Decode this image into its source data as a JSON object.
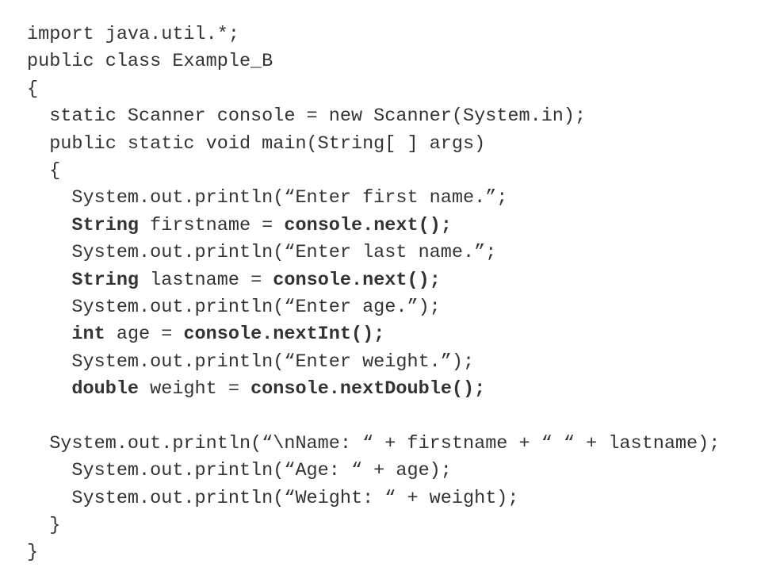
{
  "code_lines": [
    {
      "segments": [
        {
          "text": "import java.util.*;",
          "bold": false
        }
      ]
    },
    {
      "segments": [
        {
          "text": "public class Example_B",
          "bold": false
        }
      ]
    },
    {
      "segments": [
        {
          "text": "{",
          "bold": false
        }
      ]
    },
    {
      "segments": [
        {
          "text": "  static Scanner console = new Scanner(System.in);",
          "bold": false
        }
      ]
    },
    {
      "segments": [
        {
          "text": "  public static void main(String[ ] args)",
          "bold": false
        }
      ]
    },
    {
      "segments": [
        {
          "text": "  {",
          "bold": false
        }
      ]
    },
    {
      "segments": [
        {
          "text": "    System.out.println(“Enter first name.”;",
          "bold": false
        }
      ]
    },
    {
      "segments": [
        {
          "text": "    ",
          "bold": false
        },
        {
          "text": "String",
          "bold": true
        },
        {
          "text": " firstname = ",
          "bold": false
        },
        {
          "text": "console.next();",
          "bold": true
        }
      ]
    },
    {
      "segments": [
        {
          "text": "    System.out.println(“Enter last name.”;",
          "bold": false
        }
      ]
    },
    {
      "segments": [
        {
          "text": "    ",
          "bold": false
        },
        {
          "text": "String",
          "bold": true
        },
        {
          "text": " lastname = ",
          "bold": false
        },
        {
          "text": "console.next();",
          "bold": true
        }
      ]
    },
    {
      "segments": [
        {
          "text": "    System.out.println(“Enter age.”);",
          "bold": false
        }
      ]
    },
    {
      "segments": [
        {
          "text": "    ",
          "bold": false
        },
        {
          "text": "int",
          "bold": true
        },
        {
          "text": " age = ",
          "bold": false
        },
        {
          "text": "console.nextInt();",
          "bold": true
        }
      ]
    },
    {
      "segments": [
        {
          "text": "    System.out.println(“Enter weight.”);",
          "bold": false
        }
      ]
    },
    {
      "segments": [
        {
          "text": "    ",
          "bold": false
        },
        {
          "text": "double",
          "bold": true
        },
        {
          "text": " weight = ",
          "bold": false
        },
        {
          "text": "console.nextDouble();",
          "bold": true
        }
      ]
    },
    {
      "segments": [
        {
          "text": "",
          "bold": false
        }
      ]
    },
    {
      "segments": [
        {
          "text": "  System.out.println(“\\nName: “ + firstname + “ “ + lastname);",
          "bold": false
        }
      ]
    },
    {
      "segments": [
        {
          "text": "    System.out.println(“Age: “ + age);",
          "bold": false
        }
      ]
    },
    {
      "segments": [
        {
          "text": "    System.out.println(“Weight: “ + weight);",
          "bold": false
        }
      ]
    },
    {
      "segments": [
        {
          "text": "  }",
          "bold": false
        }
      ]
    },
    {
      "segments": [
        {
          "text": "}",
          "bold": false
        }
      ]
    }
  ]
}
